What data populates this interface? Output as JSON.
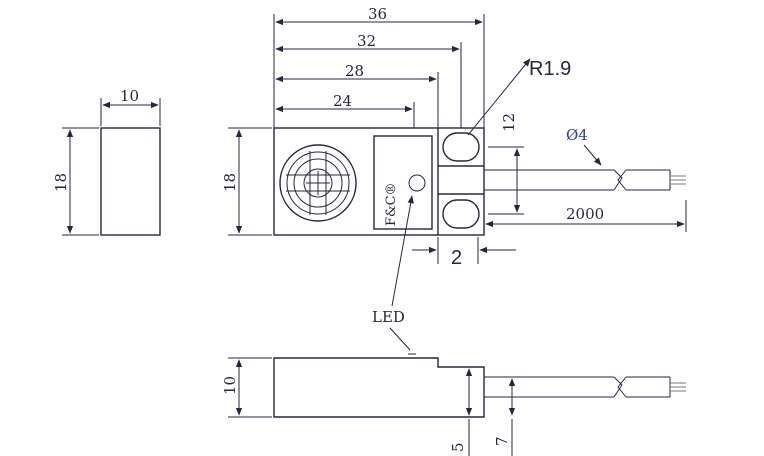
{
  "dimensions": {
    "top_36": "36",
    "top_32": "32",
    "top_28": "28",
    "top_24": "24",
    "radius": "R1.9",
    "side_width_10": "10",
    "side_height_18": "18",
    "front_height_18": "18",
    "hole_spacing_12": "12",
    "cable_diameter": "Ø4",
    "cable_length": "2000",
    "bottom_gap_2": "2",
    "bottom_height_10": "10",
    "bottom_5": "5",
    "bottom_7": "7"
  },
  "labels": {
    "led": "LED",
    "brand": "F&C®"
  },
  "colors": {
    "line": "#2d2340",
    "blue_annotation": "#2c3f9a"
  }
}
